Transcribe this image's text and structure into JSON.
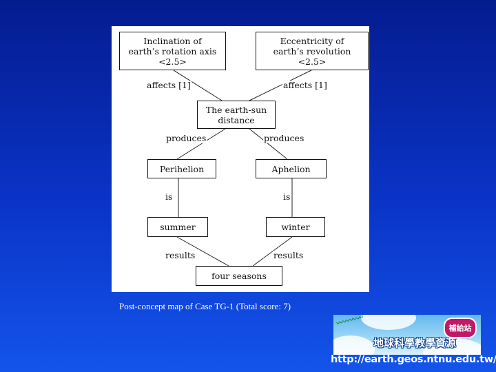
{
  "concept_map": {
    "nodes": {
      "inclination": "Inclination of\nearth’s rotation axis\n<2.5>",
      "eccentricity": "Eccentricity of\nearth’s revolution\n<2.5>",
      "distance": "The earth-sun\ndistance",
      "perihelion": "Perihelion",
      "aphelion": "Aphelion",
      "summer": "summer",
      "winter": "winter",
      "seasons": "four seasons"
    },
    "links": {
      "affects_left": "affects [1]",
      "affects_right": "affects [1]",
      "produces_left": "produces",
      "produces_right": "produces",
      "is_left": "is",
      "is_right": "is",
      "results_left": "results",
      "results_right": "results"
    }
  },
  "caption": "Post-concept map of Case TG-1 (Total score: 7)",
  "logo": {
    "title": "地球科學教學資源",
    "badge": "補給站"
  },
  "url": "http://earth.geos.ntnu.edu.tw/"
}
